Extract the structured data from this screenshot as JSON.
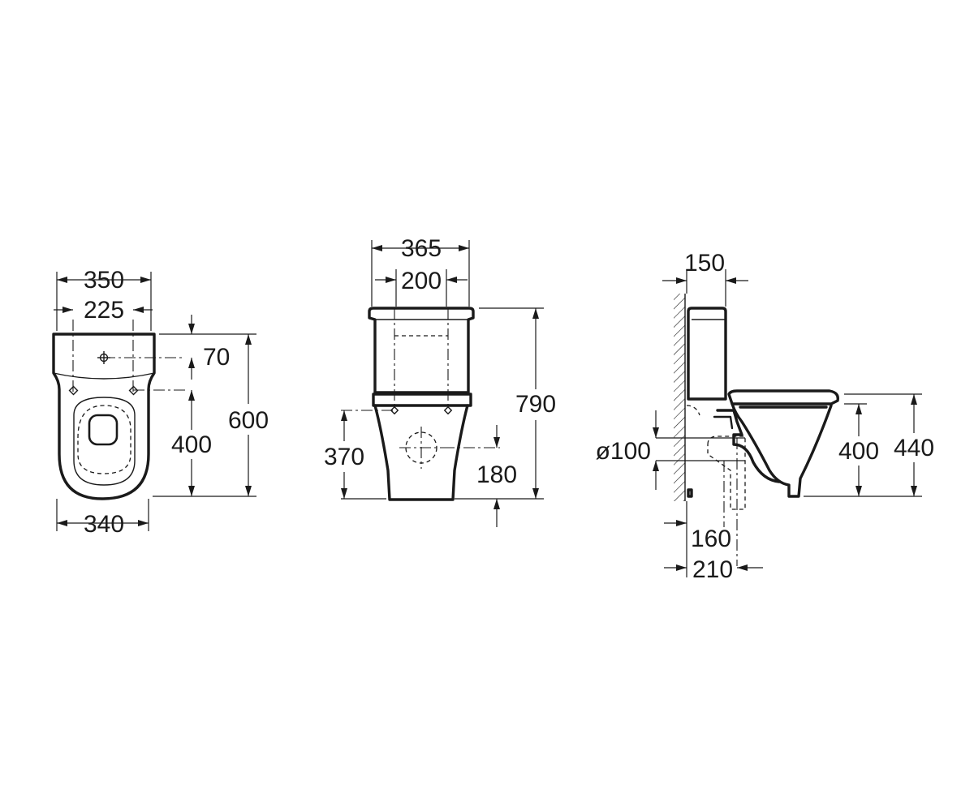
{
  "colors": {
    "ink": "#1a1a1a",
    "background": "#ffffff"
  },
  "top_view": {
    "total_width": "350",
    "fixing_spacing": "225",
    "base_width": "340",
    "inlet_offset": "70",
    "fixing_to_front": "400",
    "total_depth": "600"
  },
  "front_view": {
    "total_width": "365",
    "fixing_spacing": "200",
    "total_height": "790",
    "fixing_height": "370",
    "inlet_height": "180"
  },
  "side_view": {
    "cistern_projection": "150",
    "outlet_diameter": "ø100",
    "outlet_axis_height": "400",
    "seat_height": "440",
    "outlet_distance_1": "160",
    "outlet_distance_2": "210"
  }
}
